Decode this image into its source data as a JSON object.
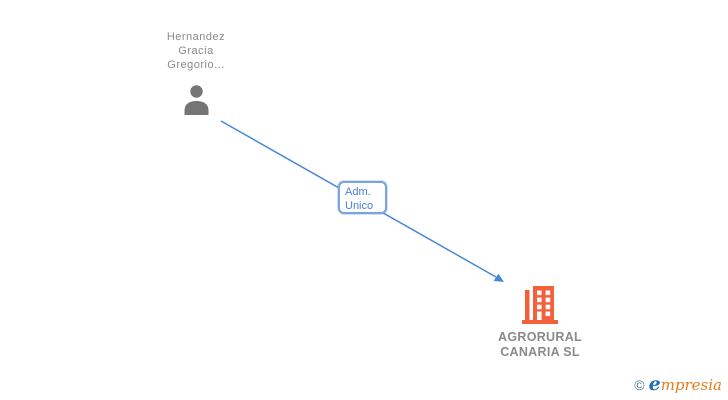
{
  "diagram": {
    "person": {
      "name": "Hernandez\nGracia\nGregorio..."
    },
    "edge": {
      "label": "Adm.\nUnico"
    },
    "company": {
      "name": "AGRORURAL\nCANARIA SL"
    }
  },
  "logo": {
    "copyright": "©",
    "initial": "e",
    "rest": "mpresia"
  },
  "colors": {
    "edge": "#4a86d8",
    "box_border": "#7ba3e0",
    "box_text": "#4a7fd4",
    "person_icon": "#757575",
    "person_text": "#8a8a8a",
    "building_icon": "#f4603a",
    "company_text": "#8a8a8a",
    "logo_copyright": "#41798c",
    "logo_initial": "#1f6fba",
    "logo_rest": "#e87a1e",
    "background": "#ffffff"
  }
}
